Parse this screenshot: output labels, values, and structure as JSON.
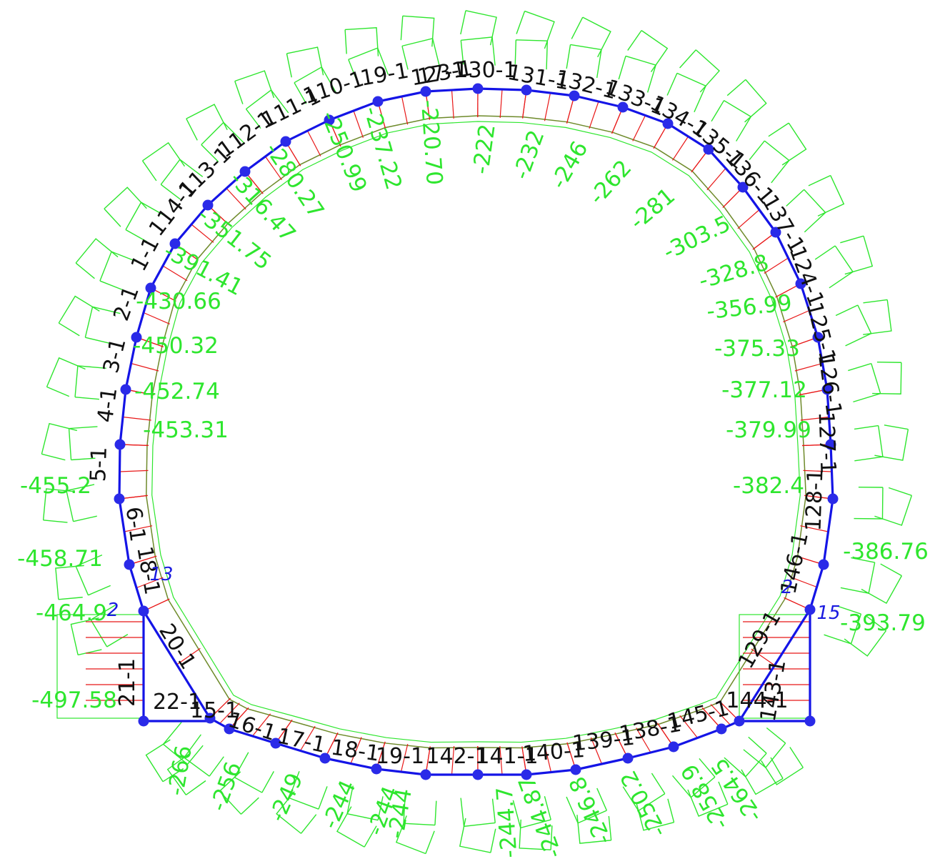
{
  "colors": {
    "structure": "#1414e6",
    "node": "#2a2ae8",
    "force": "#e81818",
    "annotation": "#2ee62e",
    "inner_line": "#6e8a2a",
    "element_text": "#111111",
    "support_text": "#1a1ae0"
  },
  "element_labels": [
    {
      "text": "17-1"
    },
    {
      "text": "130-1"
    },
    {
      "text": "131-1"
    },
    {
      "text": "132-1"
    },
    {
      "text": "133-1"
    },
    {
      "text": "134-1"
    },
    {
      "text": "135-1"
    },
    {
      "text": "136-1"
    },
    {
      "text": "137-1"
    },
    {
      "text": "124-1"
    },
    {
      "text": "125-1"
    },
    {
      "text": "126-1"
    },
    {
      "text": "127-1"
    },
    {
      "text": "128-1"
    },
    {
      "text": "146-1"
    },
    {
      "text": "129-1"
    },
    {
      "text": "143-1"
    },
    {
      "text": "144-1"
    },
    {
      "text": "145-1"
    },
    {
      "text": "138-1"
    },
    {
      "text": "139-1"
    },
    {
      "text": "140-1"
    },
    {
      "text": "141-1"
    },
    {
      "text": "142-1"
    },
    {
      "text": "19-1"
    },
    {
      "text": "18-1"
    },
    {
      "text": "17-1"
    },
    {
      "text": "16-1"
    },
    {
      "text": "15-1"
    },
    {
      "text": "22-1"
    },
    {
      "text": "21-1"
    },
    {
      "text": "20-1"
    },
    {
      "text": "6-1"
    },
    {
      "text": "5-1"
    },
    {
      "text": "4-1"
    },
    {
      "text": "3-1"
    },
    {
      "text": "2-1"
    },
    {
      "text": "1-1"
    },
    {
      "text": "114-1"
    },
    {
      "text": "113-1"
    },
    {
      "text": "112-1"
    },
    {
      "text": "111-1"
    },
    {
      "text": "110-1"
    },
    {
      "text": "19-1"
    },
    {
      "text": "18-1"
    },
    {
      "text": "123-1"
    }
  ],
  "value_labels": [
    {
      "text": "-455.2"
    },
    {
      "text": "-458.71"
    },
    {
      "text": "-464.9"
    },
    {
      "text": "-497.58"
    },
    {
      "text": "-453.31"
    },
    {
      "text": "-452.74"
    },
    {
      "text": "-450.32"
    },
    {
      "text": "-430.66"
    },
    {
      "text": "-391.41"
    },
    {
      "text": "-351.75"
    },
    {
      "text": "-316.47"
    },
    {
      "text": "-280.27"
    },
    {
      "text": "-250.99"
    },
    {
      "text": "-237.22"
    },
    {
      "text": "-220.70"
    },
    {
      "text": "-222"
    },
    {
      "text": "-232"
    },
    {
      "text": "-246"
    },
    {
      "text": "-262"
    },
    {
      "text": "-281"
    },
    {
      "text": "-303.5"
    },
    {
      "text": "-328.8"
    },
    {
      "text": "-356.99"
    },
    {
      "text": "-375.33"
    },
    {
      "text": "-377.12"
    },
    {
      "text": "-379.99"
    },
    {
      "text": "-382.4"
    },
    {
      "text": "-386.76"
    },
    {
      "text": "-393.79"
    },
    {
      "text": "-266"
    },
    {
      "text": "-256"
    },
    {
      "text": "-249"
    },
    {
      "text": "-244"
    },
    {
      "text": "-244"
    },
    {
      "text": "-244"
    },
    {
      "text": "-244.7"
    },
    {
      "text": "-244.87"
    },
    {
      "text": "-246.8"
    },
    {
      "text": "-250.2"
    },
    {
      "text": "-258.9"
    },
    {
      "text": "-264.5"
    }
  ],
  "support_labels": [
    {
      "text": "2"
    },
    {
      "text": "13"
    },
    {
      "text": "2"
    },
    {
      "text": "15"
    }
  ]
}
